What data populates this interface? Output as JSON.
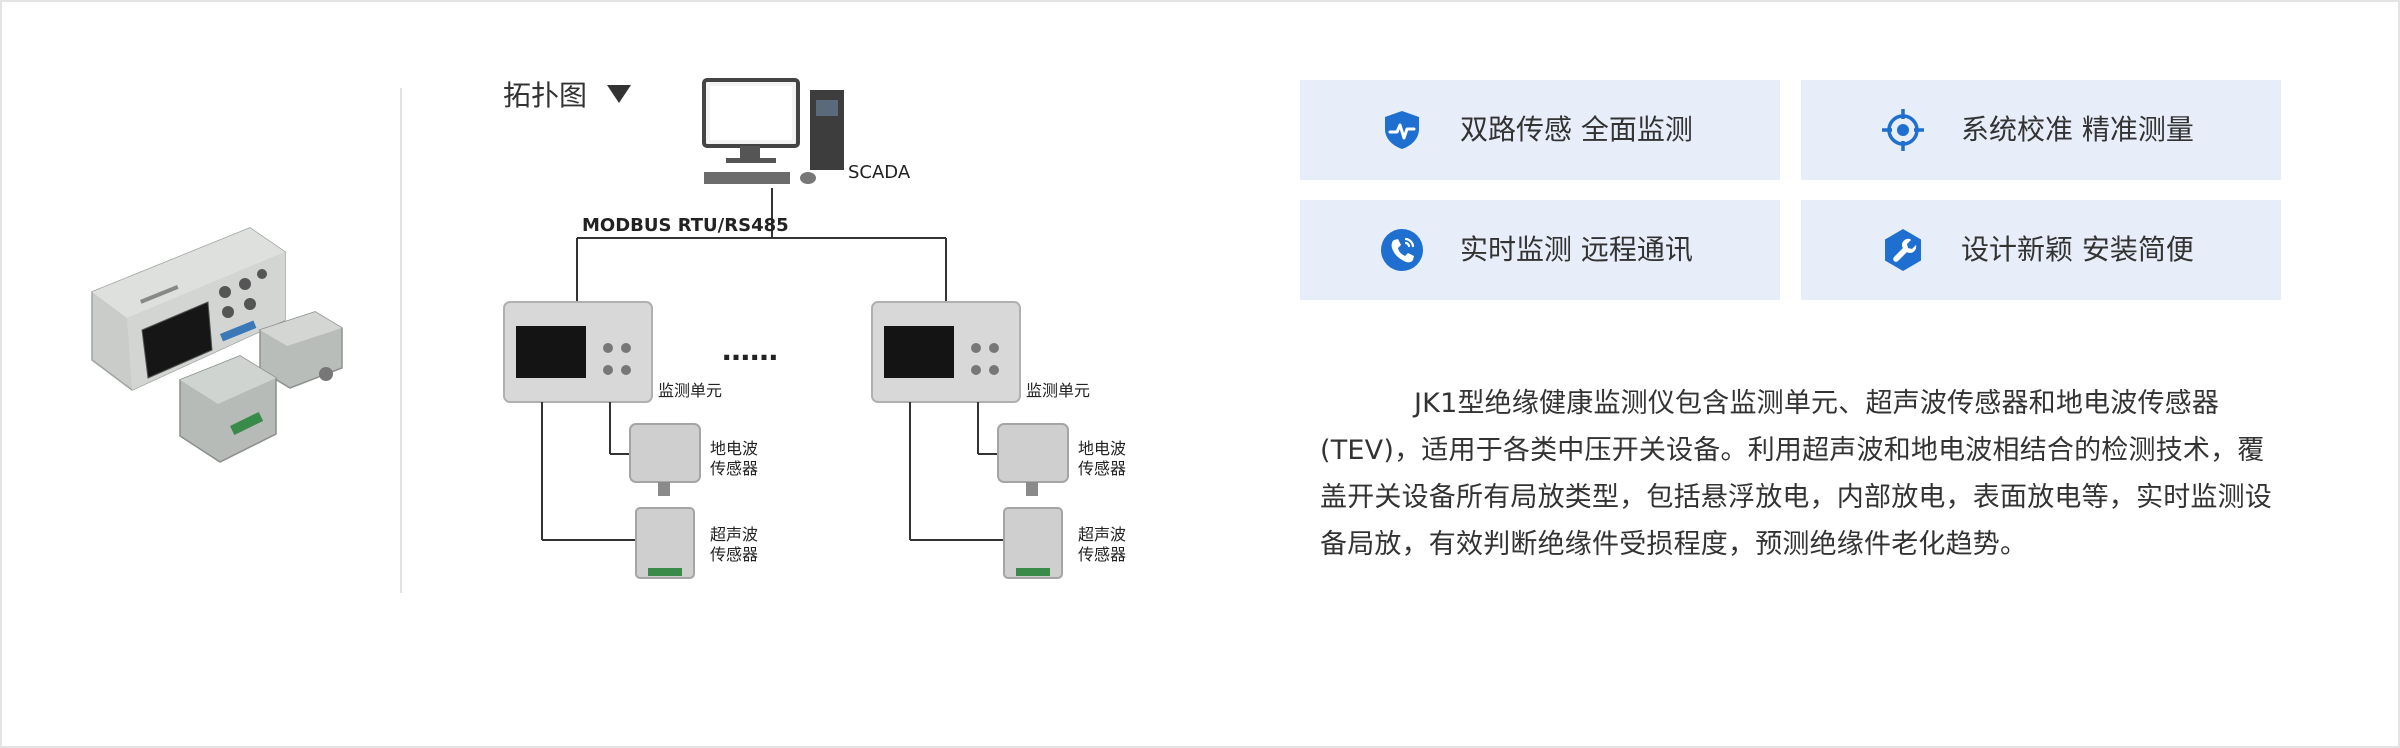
{
  "topology": {
    "title": "拓扑图",
    "labels": {
      "scada": "SCADA",
      "bus": "MODBUS RTU/RS485",
      "ellipsis": "……",
      "monitor_unit_1": "监测单元",
      "monitor_unit_2": "监测单元",
      "tev_1_line1": "地电波",
      "tev_1_line2": "传感器",
      "ultra_1_line1": "超声波",
      "ultra_1_line2": "传感器",
      "tev_2_line1": "地电波",
      "tev_2_line2": "传感器",
      "ultra_2_line1": "超声波",
      "ultra_2_line2": "传感器"
    }
  },
  "features": [
    {
      "label": "双路传感 全面监测",
      "icon": "shield-pulse-icon"
    },
    {
      "label": "系统校准 精准测量",
      "icon": "crosshair-icon"
    },
    {
      "label": "实时监测 远程通讯",
      "icon": "phone-icon"
    },
    {
      "label": "设计新颖 安装简便",
      "icon": "wrench-icon"
    }
  ],
  "description": "JK1型绝缘健康监测仪包含监测单元、超声波传感器和地电波传感器(TEV)，适用于各类中压开关设备。利用超声波和地电波相结合的检测技术，覆盖开关设备所有局放类型，包括悬浮放电，内部放电，表面放电等，实时监测设备局放，有效判断绝缘件受损程度，预测绝缘件老化趋势。",
  "colors": {
    "accent": "#1e6fd0",
    "card_bg": "#e7eef9",
    "text": "#333333",
    "divider": "#e2e2e2"
  }
}
